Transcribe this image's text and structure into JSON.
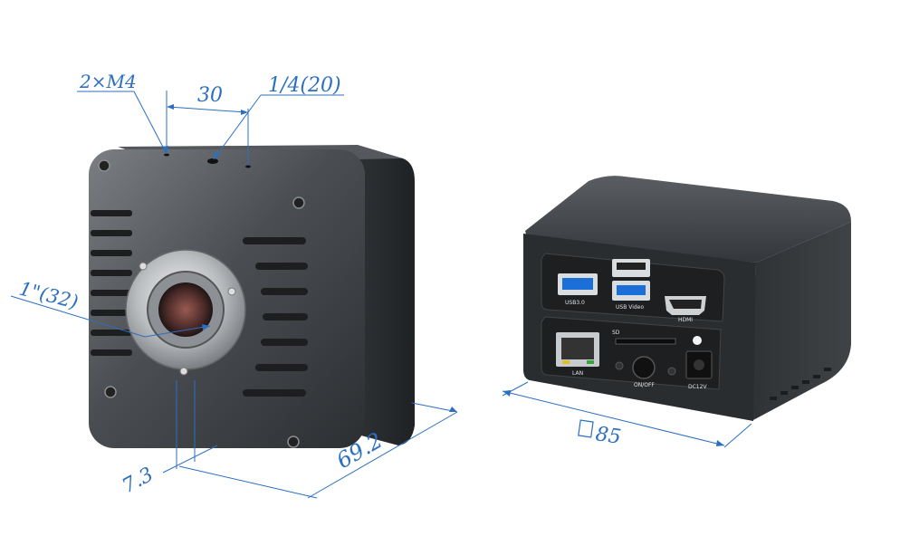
{
  "dimensions": {
    "mount_holes": "2×M4",
    "hole_spacing": "30",
    "tripod": "1/4(20)",
    "sensor_mount": "1\"(32)",
    "flange": "7.3",
    "depth": "69.2",
    "square": "85"
  },
  "port_labels": {
    "usb3": "USB3.0",
    "usb_video": "USB Video",
    "hdmi": "HDMI",
    "lan": "LAN",
    "sd": "SD",
    "power_button": "ON/OFF",
    "dc": "DC12V"
  },
  "colors": {
    "dimension": "#2b6fc2",
    "body": "#3a3d40",
    "usb_blue": "#1d6fd8"
  }
}
